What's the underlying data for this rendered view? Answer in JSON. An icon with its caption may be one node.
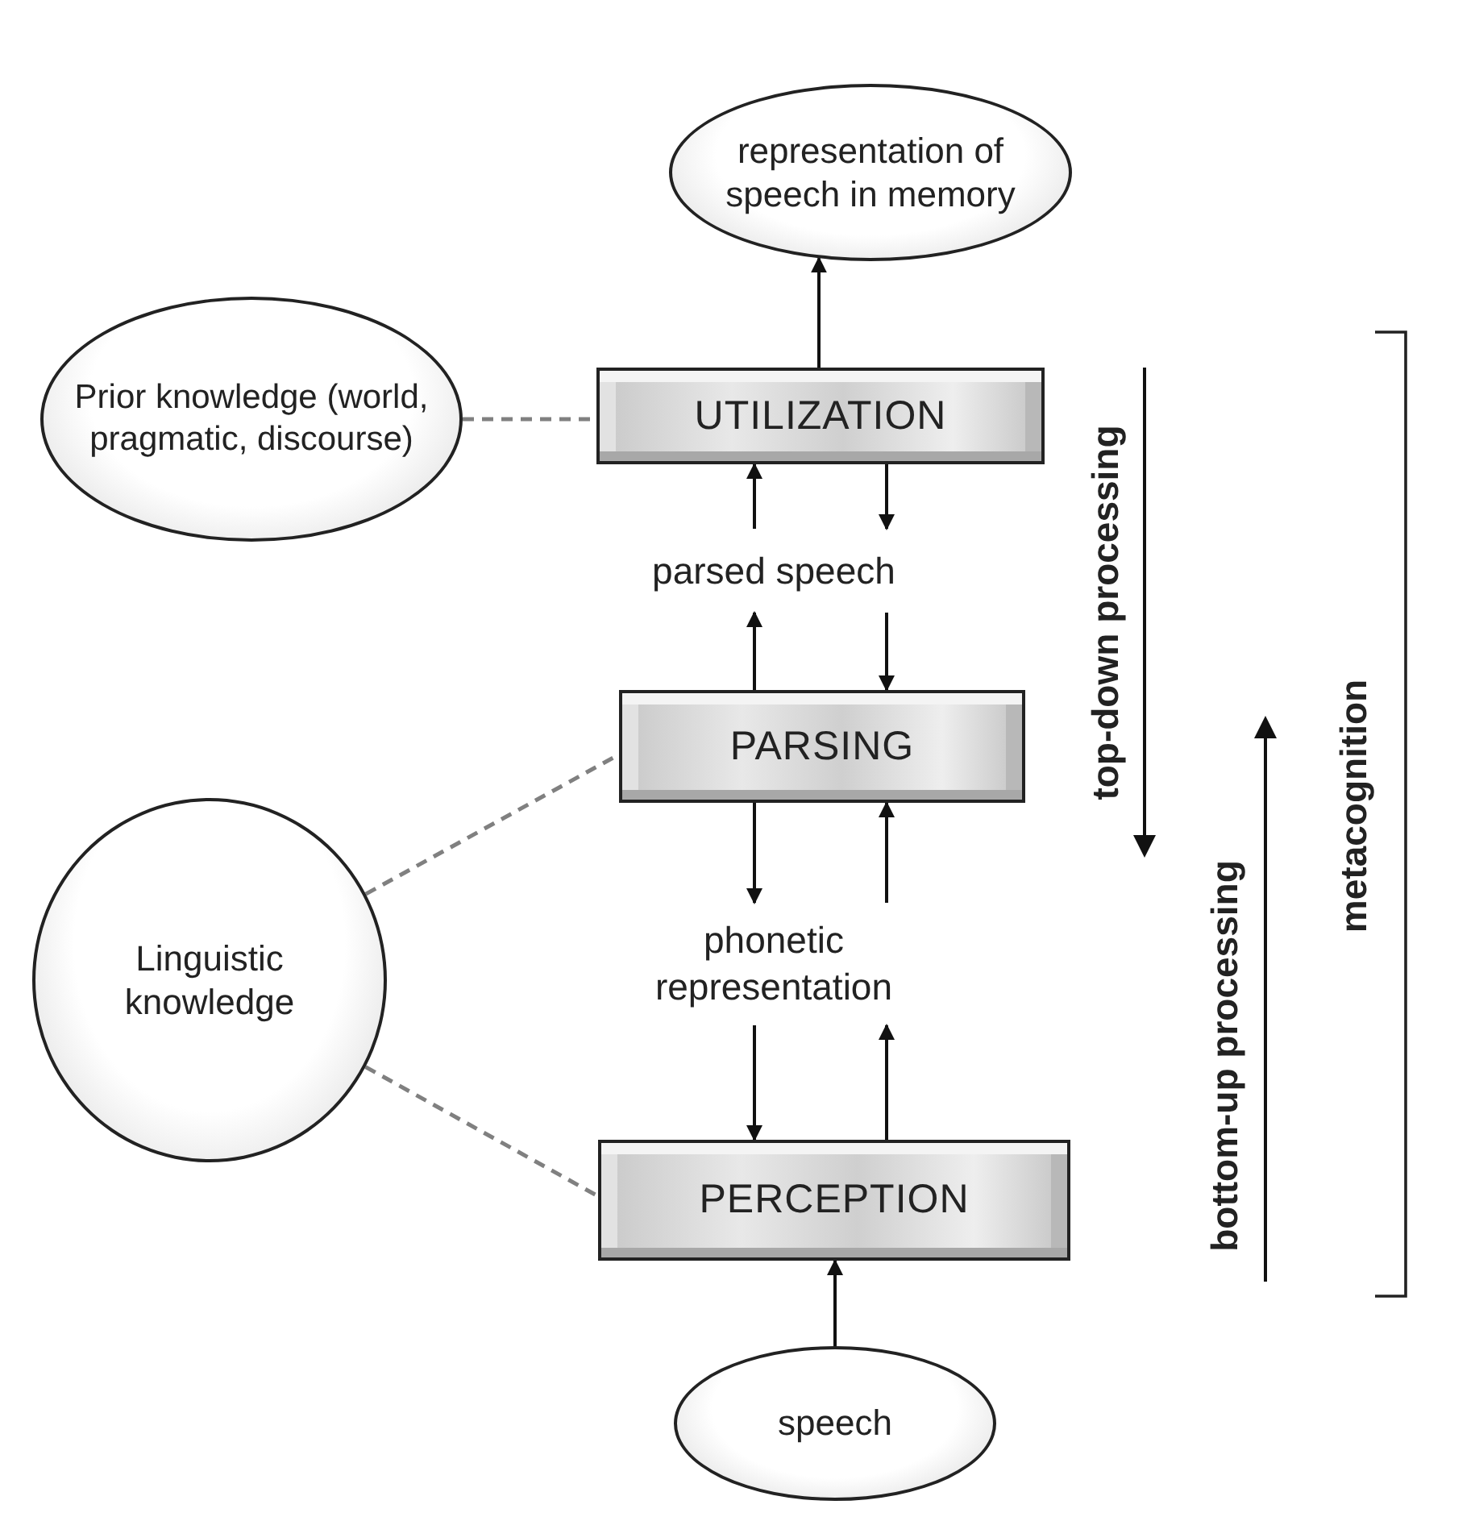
{
  "diagram": {
    "nodes": [
      {
        "text": [
          "representation of speech in memory"
        ]
      },
      {
        "text": [
          "Prior knowledge (world, pragmatic, discourse)"
        ]
      },
      {
        "text": [
          "UTILIZATION"
        ]
      },
      {
        "text": [
          "parsed speech"
        ]
      },
      {
        "text": [
          "PARSING"
        ]
      },
      {
        "text": [
          "Linguistic knowledge"
        ]
      },
      {
        "text": [
          "phonetic representation"
        ]
      },
      {
        "text": [
          "PERCEPTION"
        ]
      },
      {
        "text": [
          "speech"
        ]
      }
    ],
    "edges": [
      {
        "from": 2,
        "to": 0,
        "arrow": "to"
      },
      {
        "from": 2,
        "to": 3,
        "arrow": "to"
      },
      {
        "from": 3,
        "to": 2,
        "arrow": "to"
      },
      {
        "from": 3,
        "to": 4,
        "arrow": "to"
      },
      {
        "from": 4,
        "to": 3,
        "arrow": "to"
      },
      {
        "from": 4,
        "to": 6,
        "arrow": "to"
      },
      {
        "from": 6,
        "to": 4,
        "arrow": "to"
      },
      {
        "from": 6,
        "to": 7,
        "arrow": "to"
      },
      {
        "from": 7,
        "to": 6,
        "arrow": "to"
      },
      {
        "from": 8,
        "to": 7,
        "arrow": "to"
      },
      {
        "from": 1,
        "to": 2,
        "arrow": "none",
        "style": "dashed",
        "color": "#808080"
      },
      {
        "from": 5,
        "to": 4,
        "arrow": "none",
        "style": "dashed",
        "color": "#808080"
      },
      {
        "from": 5,
        "to": 7,
        "arrow": "none",
        "style": "dashed",
        "color": "#808080"
      }
    ],
    "labels": [
      "top-down processing",
      "bottom-up processing",
      "metacognition"
    ]
  }
}
